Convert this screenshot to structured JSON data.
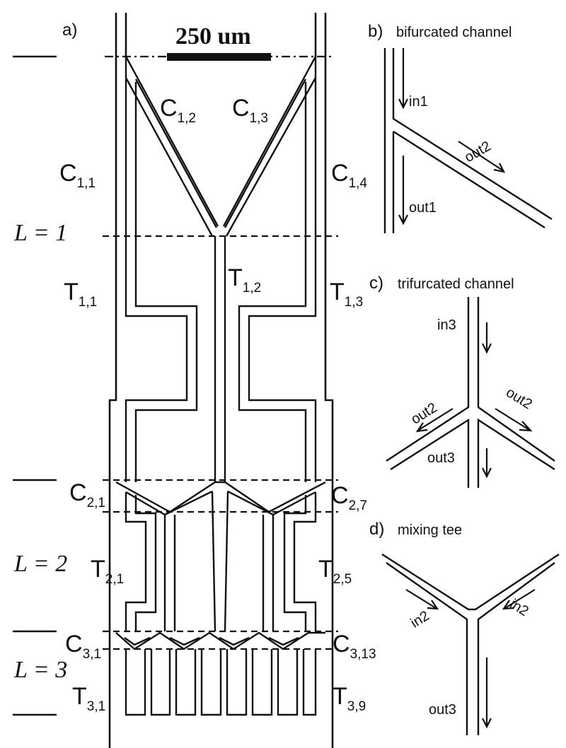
{
  "panels": {
    "a": "a)",
    "b": {
      "letter": "b)",
      "title": "bifurcated channel",
      "in": "in1",
      "out_a": "out2",
      "out_b": "out1"
    },
    "c": {
      "letter": "c)",
      "title": "trifurcated channel",
      "in": "in3",
      "out_left": "out2",
      "out_right": "out2",
      "out_down": "out3"
    },
    "d": {
      "letter": "d)",
      "title": "mixing  tee",
      "in_left": "in2",
      "in_right": "in2",
      "out": "out3"
    }
  },
  "scale_bar": "250 um",
  "levels": [
    "L = 1",
    "L = 2",
    "L = 3"
  ],
  "labels": [
    {
      "id": "c11",
      "main": "C",
      "sub": "1,1"
    },
    {
      "id": "c12",
      "main": "C",
      "sub": "1,2"
    },
    {
      "id": "c13",
      "main": "C",
      "sub": "1,3"
    },
    {
      "id": "c14",
      "main": "C",
      "sub": "1,4"
    },
    {
      "id": "t11",
      "main": "T",
      "sub": "1,1"
    },
    {
      "id": "t12",
      "main": "T",
      "sub": "1,2"
    },
    {
      "id": "t13",
      "main": "T",
      "sub": "1,3"
    },
    {
      "id": "c21",
      "main": "C",
      "sub": "2,1"
    },
    {
      "id": "c27",
      "main": "C",
      "sub": "2,7"
    },
    {
      "id": "t21",
      "main": "T",
      "sub": "2,1"
    },
    {
      "id": "t25",
      "main": "T",
      "sub": "2,5"
    },
    {
      "id": "c31",
      "main": "C",
      "sub": "3,1"
    },
    {
      "id": "c313",
      "main": "C",
      "sub": "3,13"
    },
    {
      "id": "t31",
      "main": "T",
      "sub": "3,1"
    },
    {
      "id": "t39",
      "main": "T",
      "sub": "3,9"
    }
  ]
}
